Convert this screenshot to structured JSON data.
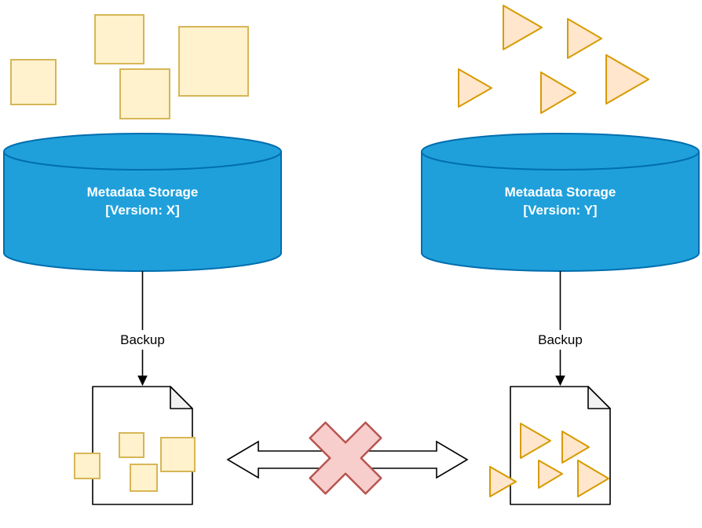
{
  "diagram": {
    "left_storage": {
      "label_line1": "Metadata Storage",
      "label_line2": "[Version: X]",
      "backup_label": "Backup"
    },
    "right_storage": {
      "label_line1": "Metadata Storage",
      "label_line2": "[Version: Y]",
      "backup_label": "Backup"
    },
    "colors": {
      "cylinder_fill": "#1FA0DB",
      "cylinder_stroke": "#006EAF",
      "square_fill": "#FFF2CC",
      "square_stroke": "#D6B656",
      "triangle_fill": "#FFE6CC",
      "triangle_stroke": "#D79B00",
      "cross_fill": "#F8CECC",
      "cross_stroke": "#B85450",
      "document_fill": "#FFFFFF",
      "document_fold_fill": "#F2F2F2",
      "line_color": "#000000"
    }
  }
}
